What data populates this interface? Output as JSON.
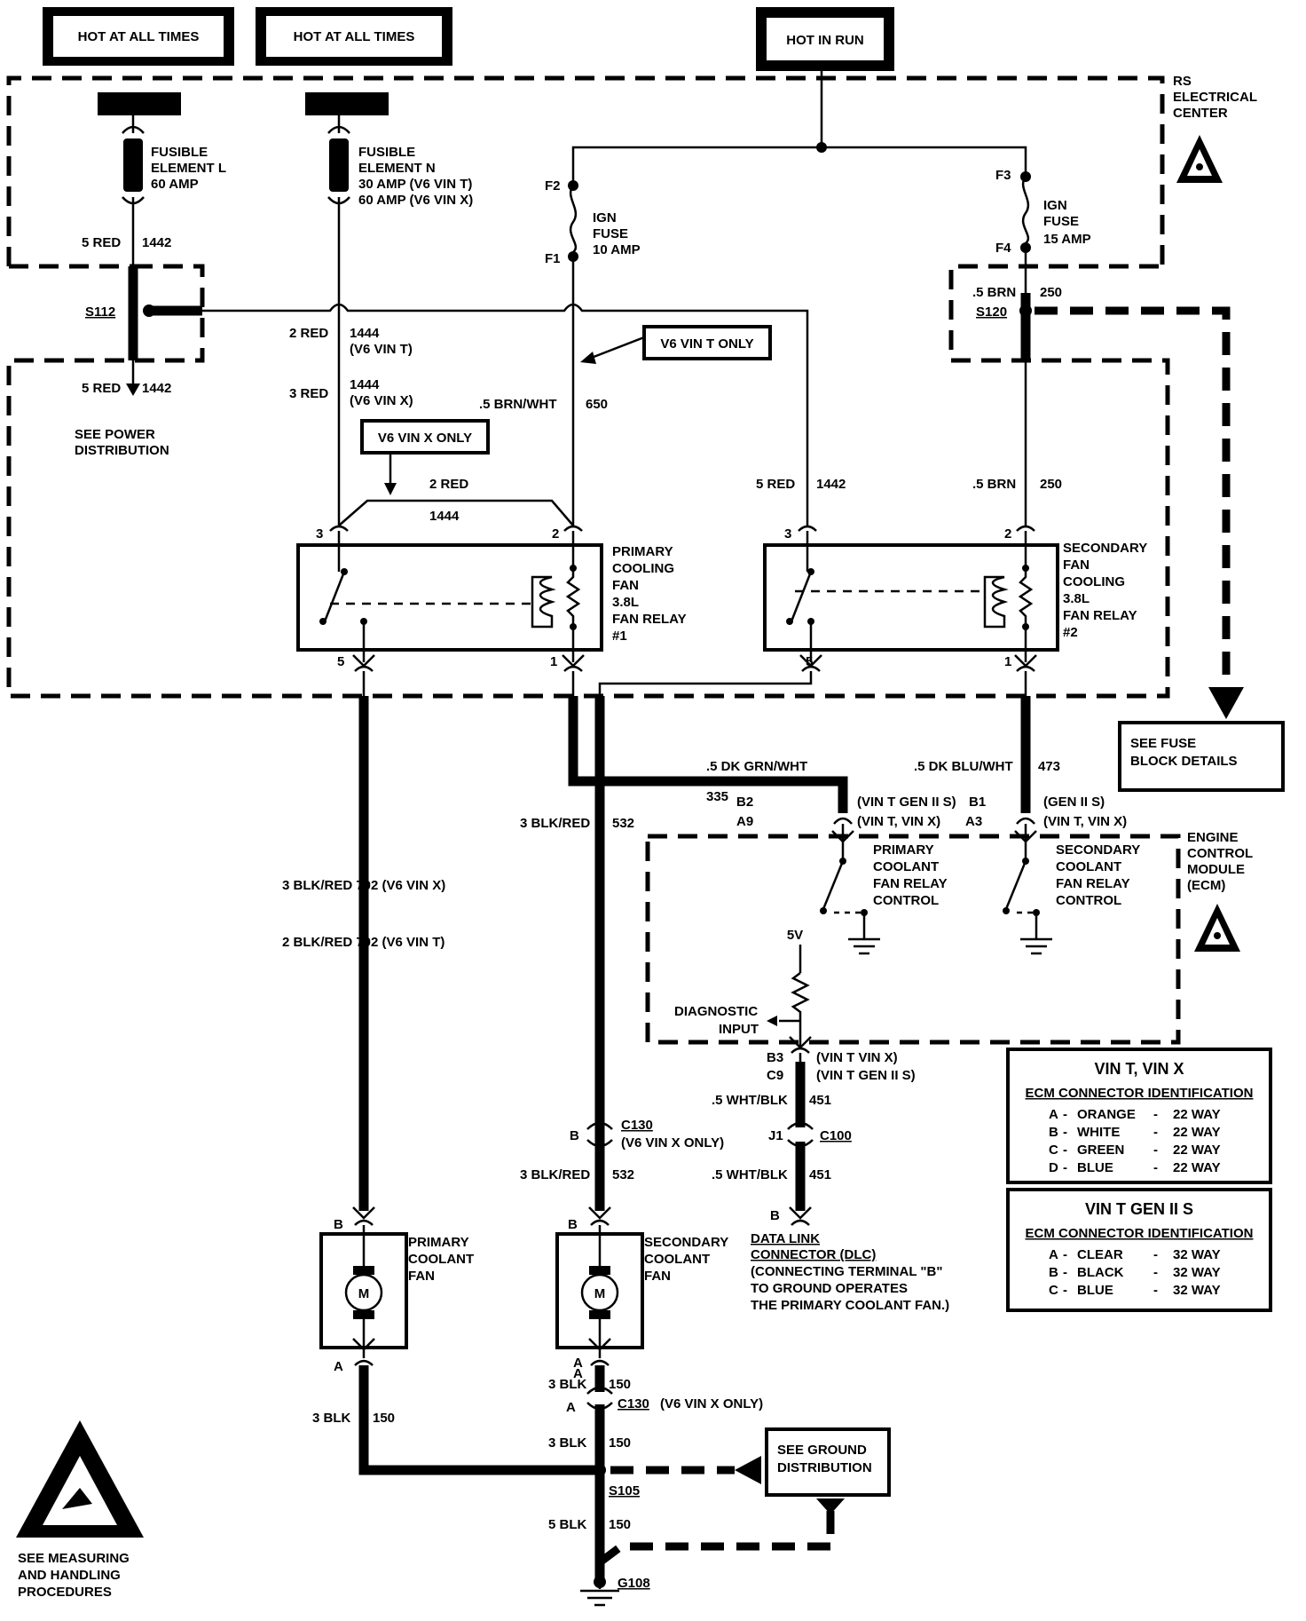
{
  "header_boxes": {
    "hot1": "HOT AT ALL TIMES",
    "hot2": "HOT AT ALL TIMES",
    "run": "HOT IN RUN"
  },
  "center": {
    "title": [
      "RS",
      "ELECTRICAL",
      "CENTER"
    ]
  },
  "fusible": {
    "l": [
      "FUSIBLE",
      "ELEMENT L",
      "60 AMP"
    ],
    "n": [
      "FUSIBLE",
      "ELEMENT N",
      "30 AMP  (V6  VIN T)",
      "60 AMP  (V6  VIN X)"
    ]
  },
  "fuses": {
    "f1_pin": "F1",
    "f2_pin": "F2",
    "f3_pin": "F3",
    "f4_pin": "F4",
    "ign10": [
      "IGN",
      "FUSE",
      "10 AMP"
    ],
    "ign15": [
      "IGN",
      "FUSE",
      "15 AMP"
    ]
  },
  "wires": {
    "w5red_a": "5 RED",
    "c1442_a": "1442",
    "s112": "S112",
    "w5red_b": "5 RED",
    "c1442_b": "1442",
    "see_power": [
      "SEE POWER",
      "DISTRIBUTION"
    ],
    "w2red": "2 RED",
    "c1444_t": [
      "1444",
      "(V6  VIN T)"
    ],
    "w3red": "3 RED",
    "c1444_x": [
      "1444",
      "(V6  VIN X)"
    ],
    "w_brnwht": ".5 BRN/WHT",
    "c650": "650",
    "vin_t_only": "V6  VIN T ONLY",
    "vin_x_only": "V6  VIN X ONLY",
    "w2red_b": "2 RED",
    "c1444_b": "1444",
    "w5red_c": "5 RED",
    "c1442_c": "1442",
    "w5brn_a": ".5 BRN",
    "c250_a": "250",
    "s120": "S120",
    "w5brn_b": ".5 BRN",
    "c250_b": "250",
    "w_dkgrnwht": ".5 DK GRN/WHT",
    "c335": "335",
    "w_dkbluwht": ".5 DK BLU/WHT",
    "c473": "473",
    "w3blkred_a": "3 BLK/RED",
    "c532_a": "532",
    "w3blkred_702x": "3 BLK/RED   702  (V6  VIN X)",
    "w2blkred_702t": "2 BLK/RED   702  (V6  VIN T)",
    "w_whtblk_a": ".5 WHT/BLK",
    "c451_a": "451",
    "w3blkred_b": "3 BLK/RED",
    "c532_b": "532",
    "w_whtblk_b": ".5 WHT/BLK",
    "c451_b": "451",
    "w3blk_a": "3 BLK",
    "c150_a": "150",
    "w3blk_b": "3 BLK",
    "c150_b": "150",
    "w3blk_c": "3 BLK",
    "c150_c": "150",
    "w5blk": "5 BLK",
    "c150_d": "150",
    "s105": "S105",
    "g108": "G108"
  },
  "see_fuse": [
    "SEE FUSE",
    "BLOCK DETAILS"
  ],
  "relay1": {
    "label": [
      "PRIMARY",
      "COOLING",
      "FAN",
      "3.8L",
      "FAN RELAY",
      "#1"
    ],
    "pins": [
      "3",
      "2",
      "5",
      "1"
    ]
  },
  "relay2": {
    "label": [
      "SECONDARY",
      "FAN",
      "COOLING",
      "3.8L",
      "FAN RELAY",
      "#2"
    ],
    "pins": [
      "3",
      "2",
      "5",
      "1"
    ]
  },
  "ecm": {
    "title": [
      "ENGINE",
      "CONTROL",
      "MODULE",
      "(ECM)"
    ],
    "b2": "B2",
    "a9": "A9",
    "b2_note": "(VIN T  GEN II S)",
    "a9_note": "(VIN T, VIN X)",
    "b1": "B1",
    "a3": "A3",
    "b1_note": "(GEN II S)",
    "a3_note": "(VIN T, VIN X)",
    "primary_ctrl": [
      "PRIMARY",
      "COOLANT",
      "FAN RELAY",
      "CONTROL"
    ],
    "secondary_ctrl": [
      "SECONDARY",
      "COOLANT",
      "FAN RELAY",
      "CONTROL"
    ],
    "v5": "5V",
    "diag": [
      "DIAGNOSTIC",
      "INPUT"
    ],
    "b3": "B3",
    "c9": "C9",
    "b3_note": "(VIN T  VIN X)",
    "c9_note": "(VIN T  GEN II S)"
  },
  "connectors": {
    "c130_a": "C130",
    "c130_a_note": "(V6  VIN X ONLY)",
    "c130_a_pin": "B",
    "c100": "C100",
    "c100_pin": "J1",
    "c130_b": "C130",
    "c130_b_note": "(V6  VIN X ONLY)",
    "c130_b_pin": "A",
    "dlc_pin": "B",
    "dlc": [
      "DATA LINK",
      "CONNECTOR (DLC)",
      "(CONNECTING TERMINAL \"B\"",
      "TO GROUND OPERATES",
      "THE PRIMARY COOLANT FAN.)"
    ]
  },
  "fans": {
    "primary": [
      "PRIMARY",
      "COOLANT",
      "FAN"
    ],
    "secondary": [
      "SECONDARY",
      "COOLANT",
      "FAN"
    ],
    "motor": "M",
    "pin_b1": "B",
    "pin_a1": "A",
    "pin_b2": "B",
    "pin_a2": "A",
    "pin_a3": "A"
  },
  "see_ground": [
    "SEE GROUND",
    "DISTRIBUTION"
  ],
  "measuring": [
    "SEE MEASURING",
    "AND HANDLING",
    "PROCEDURES"
  ],
  "table_vin_tx": {
    "title": "VIN T, VIN X",
    "subtitle": "ECM CONNECTOR IDENTIFICATION",
    "rows": [
      {
        "pin": "A",
        "color": "ORANGE",
        "size": "22 WAY"
      },
      {
        "pin": "B",
        "color": "WHITE",
        "size": "22 WAY"
      },
      {
        "pin": "C",
        "color": "GREEN",
        "size": "22 WAY"
      },
      {
        "pin": "D",
        "color": "BLUE",
        "size": "22 WAY"
      }
    ]
  },
  "table_gen2": {
    "title": "VIN T GEN II S",
    "subtitle": "ECM CONNECTOR IDENTIFICATION",
    "rows": [
      {
        "pin": "A",
        "color": "CLEAR",
        "size": "32 WAY"
      },
      {
        "pin": "B",
        "color": "BLACK",
        "size": "32 WAY"
      },
      {
        "pin": "C",
        "color": "BLUE",
        "size": "32 WAY"
      }
    ]
  }
}
